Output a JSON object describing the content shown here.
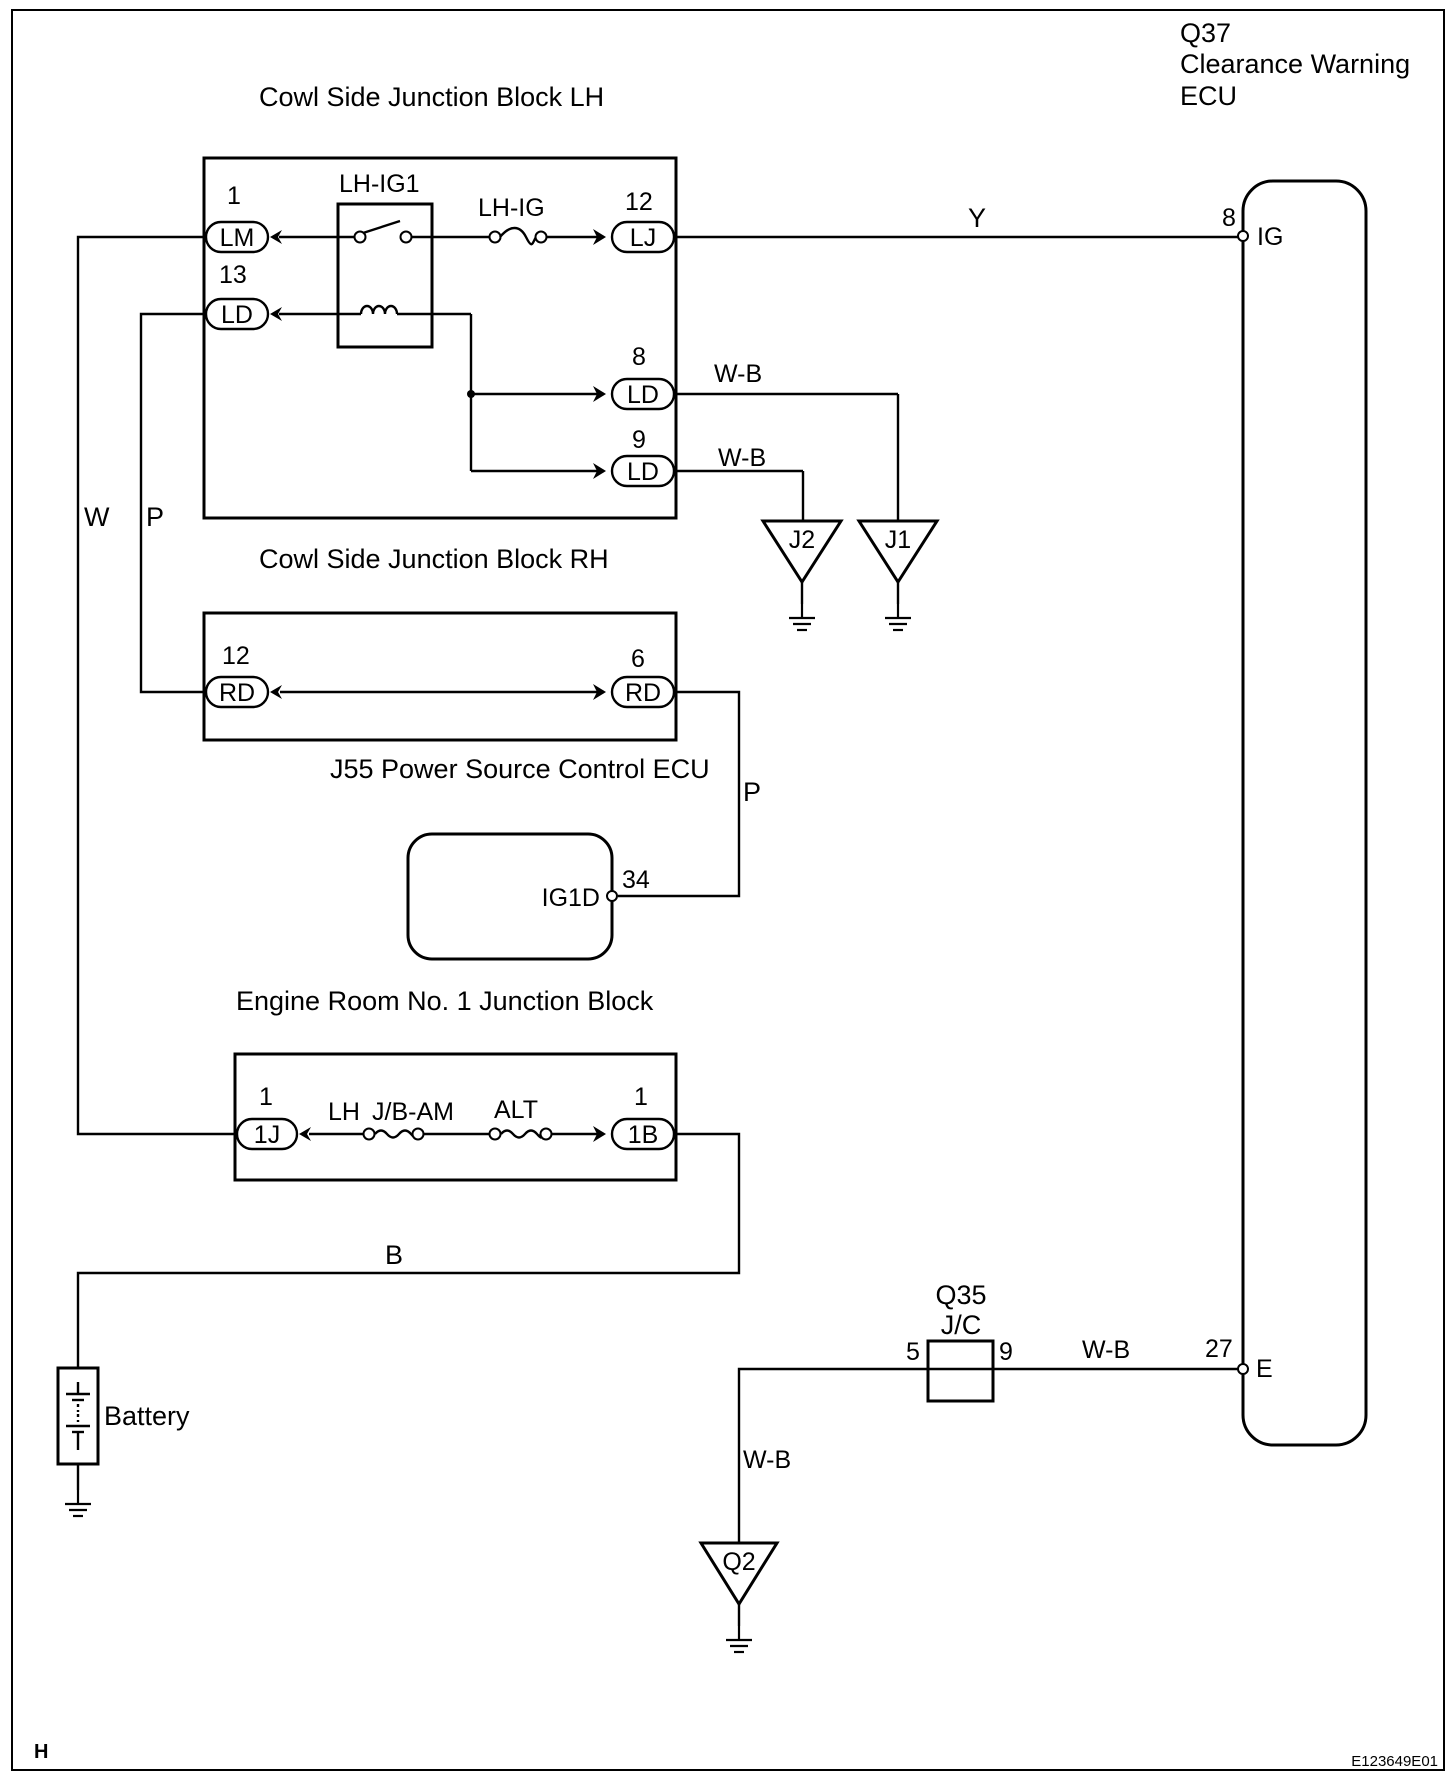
{
  "ecu_q37": {
    "id": "Q37",
    "line1": "Clearance Warning",
    "line2": "ECU",
    "pin_ig_num": "8",
    "pin_ig": "IG",
    "pin_e_num": "27",
    "pin_e": "E"
  },
  "jb_lh": {
    "title": "Cowl Side Junction Block LH",
    "relay": "LH-IG1",
    "fuse": "LH-IG",
    "conn_lm_num": "1",
    "conn_lm": "LM",
    "conn_ld13_num": "13",
    "conn_ld13": "LD",
    "conn_lj_num": "12",
    "conn_lj": "LJ",
    "conn_ld8_num": "8",
    "conn_ld8": "LD",
    "conn_ld9_num": "9",
    "conn_ld9": "LD"
  },
  "jb_rh": {
    "title": "Cowl Side Junction Block RH",
    "conn_left_num": "12",
    "conn_left": "RD",
    "conn_right_num": "6",
    "conn_right": "RD"
  },
  "ecu_j55": {
    "title": "J55 Power Source Control ECU",
    "pin_label": "IG1D",
    "pin_num": "34"
  },
  "jb_engine": {
    "title": "Engine Room No. 1 Junction Block",
    "conn_left_num": "1",
    "conn_left": "1J",
    "fuse1a": "LH",
    "fuse1b": "J/B-AM",
    "fuse2": "ALT",
    "conn_right_num": "1",
    "conn_right": "1B"
  },
  "wires": {
    "y": "Y",
    "wb1": "W-B",
    "wb2": "W-B",
    "w": "W",
    "p1": "P",
    "p2": "P",
    "b": "B",
    "wb3": "W-B",
    "wb4": "W-B"
  },
  "grounds": {
    "j1": "J1",
    "j2": "J2",
    "q2": "Q2"
  },
  "jc_q35": {
    "id": "Q35",
    "type": "J/C",
    "pin_left": "5",
    "pin_right": "9"
  },
  "battery": "Battery",
  "corner_letter": "H",
  "figure_code": "E123649E01"
}
